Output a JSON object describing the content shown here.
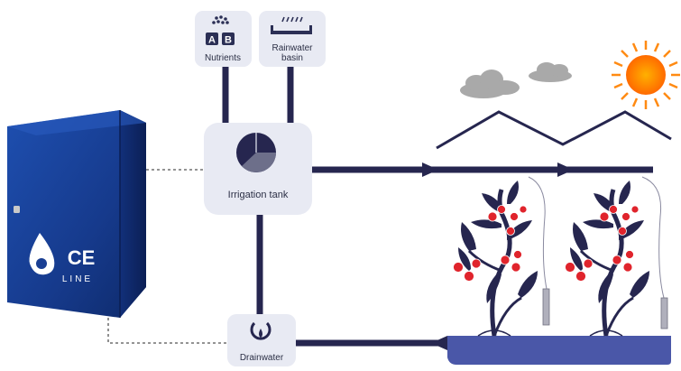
{
  "cabinet": {
    "logo_main": "CE",
    "logo_sub": "LINE"
  },
  "nodes": {
    "nutrients": {
      "label": "Nutrients",
      "letter_a": "A",
      "letter_b": "B"
    },
    "rainwater": {
      "label_line1": "Rainwater",
      "label_line2": "basin"
    },
    "irrigation_tank": {
      "label": "Irrigation tank"
    },
    "drainwater": {
      "label": "Drainwater"
    }
  },
  "colors": {
    "pipe": "#26264f",
    "node_bg": "#e8eaf3",
    "cabinet": "#1a3f93",
    "fruit": "#e0242c",
    "sun": "#ff8a12",
    "cloud": "#a9a9a9",
    "gutter": "#4a57a8"
  },
  "icons": [
    "nutrients-icon",
    "rainwater-icon",
    "tank-gauge-icon",
    "drain-icon",
    "sun-icon",
    "cloud-icon",
    "tomato-plant-icon",
    "sensor-icon"
  ]
}
